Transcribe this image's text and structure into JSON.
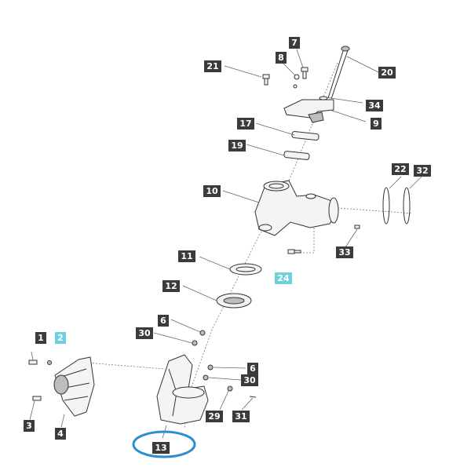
{
  "accent_color": "#6fd0dc",
  "highlight_ring_color": "#2b8fd0",
  "callouts": [
    {
      "id": "c1",
      "label": "1",
      "highlight": false
    },
    {
      "id": "c2",
      "label": "2",
      "highlight": true
    },
    {
      "id": "c3",
      "label": "3",
      "highlight": false
    },
    {
      "id": "c4",
      "label": "4",
      "highlight": false
    },
    {
      "id": "c6a",
      "label": "6",
      "highlight": false
    },
    {
      "id": "c6b",
      "label": "6",
      "highlight": false
    },
    {
      "id": "c7",
      "label": "7",
      "highlight": false
    },
    {
      "id": "c8",
      "label": "8",
      "highlight": false
    },
    {
      "id": "c9",
      "label": "9",
      "highlight": false
    },
    {
      "id": "c10",
      "label": "10",
      "highlight": false
    },
    {
      "id": "c11",
      "label": "11",
      "highlight": false
    },
    {
      "id": "c12",
      "label": "12",
      "highlight": false
    },
    {
      "id": "c13",
      "label": "13",
      "highlight": false
    },
    {
      "id": "c17",
      "label": "17",
      "highlight": false
    },
    {
      "id": "c19",
      "label": "19",
      "highlight": false
    },
    {
      "id": "c20",
      "label": "20",
      "highlight": false
    },
    {
      "id": "c21",
      "label": "21",
      "highlight": false
    },
    {
      "id": "c22",
      "label": "22",
      "highlight": false
    },
    {
      "id": "c24",
      "label": "24",
      "highlight": true
    },
    {
      "id": "c29",
      "label": "29",
      "highlight": false
    },
    {
      "id": "c30a",
      "label": "30",
      "highlight": false
    },
    {
      "id": "c30b",
      "label": "30",
      "highlight": false
    },
    {
      "id": "c31",
      "label": "31",
      "highlight": false
    },
    {
      "id": "c32",
      "label": "32",
      "highlight": false
    },
    {
      "id": "c33",
      "label": "33",
      "highlight": false
    },
    {
      "id": "c34",
      "label": "34",
      "highlight": false
    }
  ]
}
